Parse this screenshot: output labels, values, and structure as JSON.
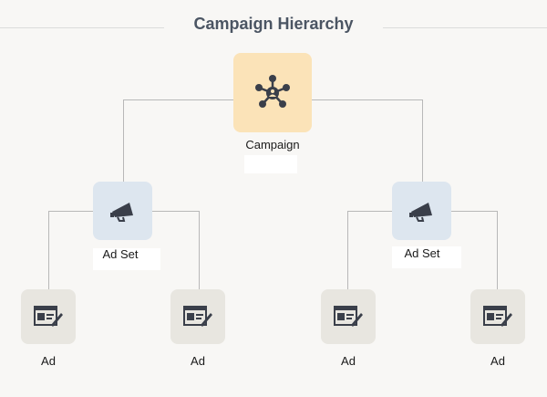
{
  "title": "Campaign Hierarchy",
  "campaign": {
    "label": "Campaign"
  },
  "ad_sets": [
    {
      "label": "Ad Set"
    },
    {
      "label": "Ad Set"
    }
  ],
  "ads": [
    {
      "label": "Ad"
    },
    {
      "label": "Ad"
    },
    {
      "label": "Ad"
    },
    {
      "label": "Ad"
    }
  ],
  "colors": {
    "campaign": "#fbe3b8",
    "adset": "#dde6ef",
    "ad": "#e8e6e0",
    "icon": "#3a3f4a"
  }
}
